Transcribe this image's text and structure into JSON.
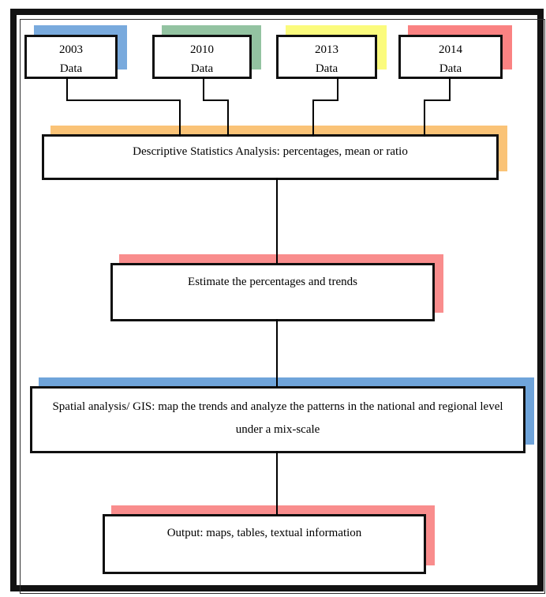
{
  "diagram": {
    "source_boxes": [
      {
        "year": "2003",
        "label": "Data",
        "shadow_color": "#79aadd"
      },
      {
        "year": "2010",
        "label": "Data",
        "shadow_color": "#93c3a1"
      },
      {
        "year": "2013",
        "label": "Data",
        "shadow_color": "#fbfb7d"
      },
      {
        "year": "2014",
        "label": "Data",
        "shadow_color": "#fa8282"
      }
    ],
    "process_boxes": [
      {
        "label": "Descriptive Statistics Analysis: percentages, mean or ratio",
        "shadow_color": "#fac377"
      },
      {
        "label": "Estimate the percentages and trends",
        "shadow_color": "#f98d8d"
      },
      {
        "label_line1": "Spatial analysis/ GIS: map the trends and analyze the patterns in the national and regional level",
        "label_line2": "under a mix-scale",
        "shadow_color": "#6fa4da"
      },
      {
        "label": "Output: maps, tables, textual information",
        "shadow_color": "#f98d8d"
      }
    ]
  }
}
